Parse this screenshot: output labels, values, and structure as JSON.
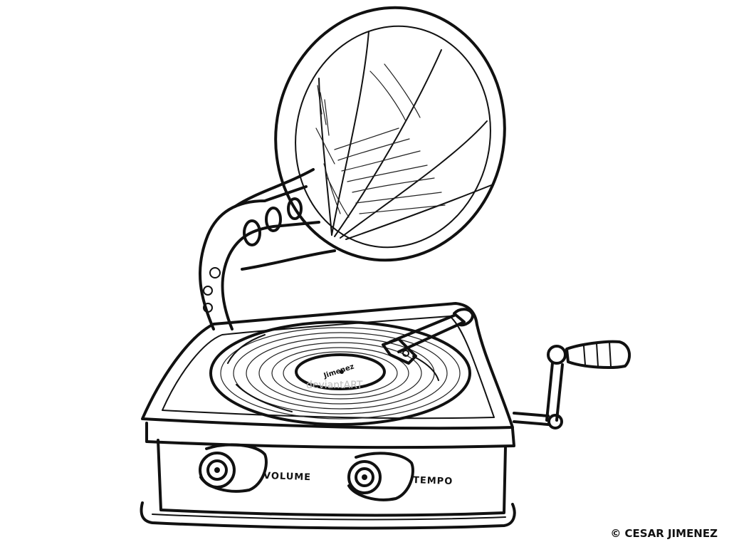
{
  "illustration": {
    "subject": "gramophone",
    "labels": {
      "volume": "VOLUME",
      "tempo": "TEMPO"
    },
    "signature": "© CESAR JIMENEZ",
    "watermark": "deviantART",
    "record_label_text": "Jimenez"
  },
  "colors": {
    "ink": "#111111",
    "paper": "#ffffff"
  }
}
